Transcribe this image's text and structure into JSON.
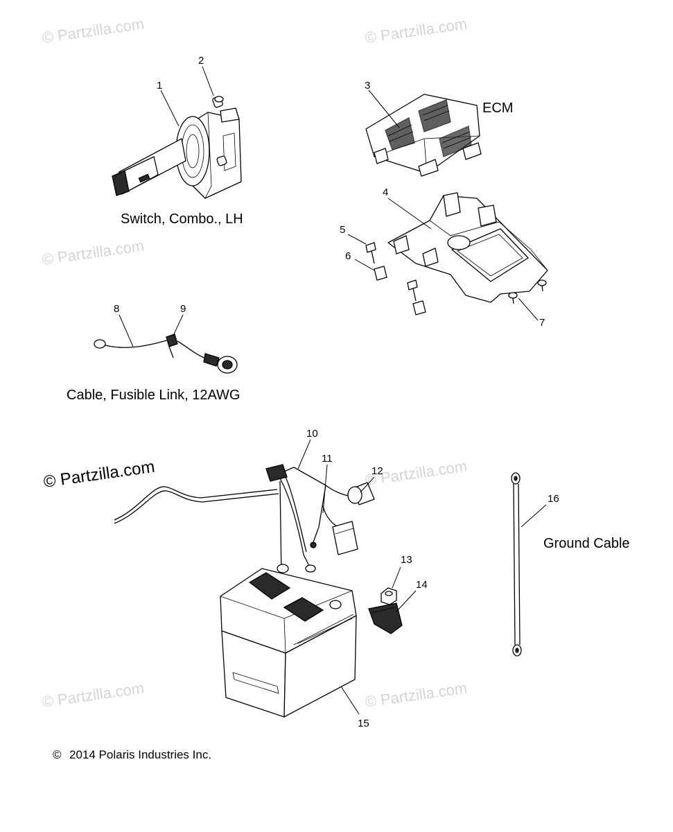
{
  "watermarks": [
    "© Partzilla.com",
    "© Partzilla.com",
    "© Partzilla.com",
    "© Partzilla.com",
    "© Partzilla.com",
    "© Partzilla.com",
    "© Partzilla.com"
  ],
  "captions": {
    "switch": "Switch, Combo., LH",
    "ecm": "ECM",
    "cable": "Cable, Fusible Link, 12AWG",
    "ground": "Ground Cable"
  },
  "callouts": [
    "1",
    "2",
    "3",
    "4",
    "5",
    "6",
    "7",
    "8",
    "9",
    "10",
    "11",
    "12",
    "13",
    "14",
    "15",
    "16"
  ],
  "copyright": "2014 Polaris Industries Inc.",
  "copyright_symbol": "©"
}
